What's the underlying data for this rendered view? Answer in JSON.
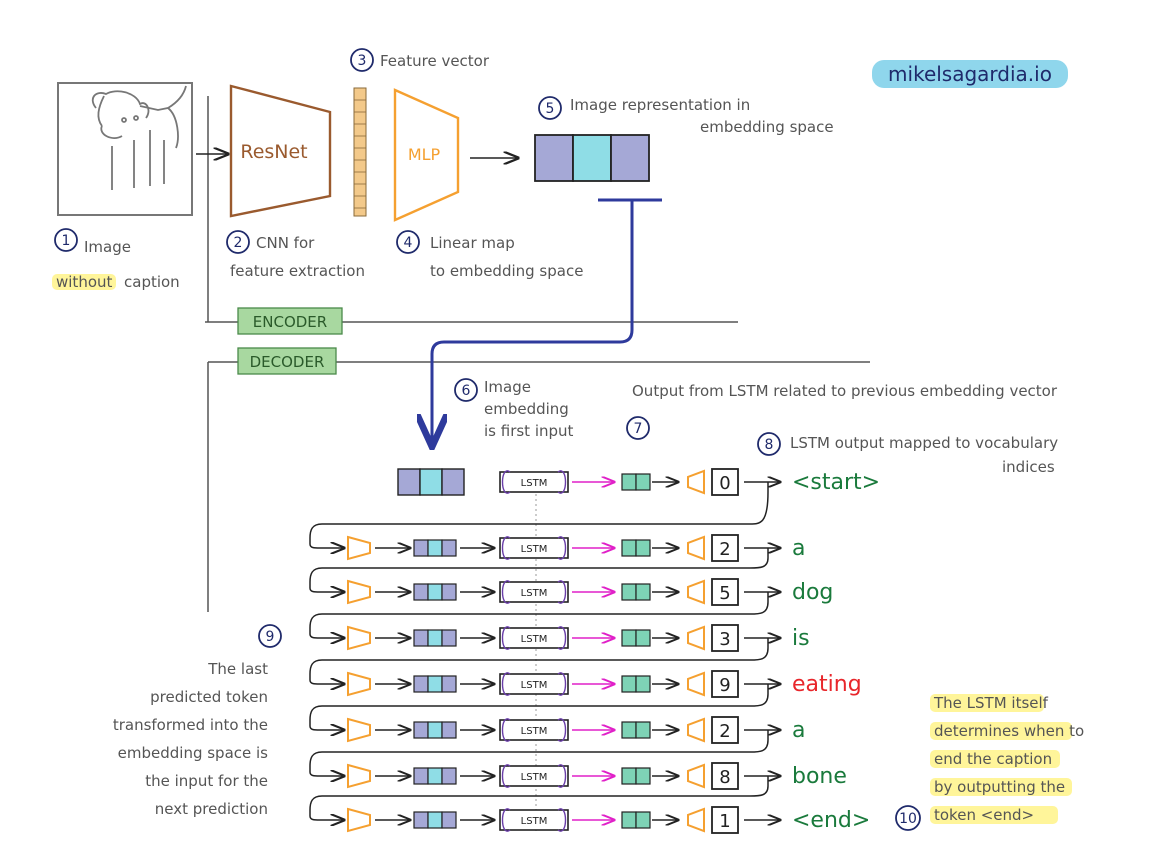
{
  "watermark": "mikelsagardia.io",
  "encoder_label": "ENCODER",
  "decoder_label": "DECODER",
  "resnet_label": "ResNet",
  "mlp_label": "MLP",
  "lstm_label": "LSTM",
  "step_numbers": [
    "1",
    "2",
    "3",
    "4",
    "5",
    "6",
    "7",
    "8",
    "9",
    "10"
  ],
  "annotations": {
    "image_line1": "Image",
    "image_hl": "without",
    "image_rest": "caption",
    "cnn_line1": "CNN for",
    "cnn_line2": "feature extraction",
    "feature_vector": "Feature vector",
    "linear_line1": "Linear map",
    "linear_line2": "to embedding space",
    "repr_line1": "Image representation in",
    "repr_line2": "embedding space",
    "emb_line1": "Image",
    "emb_line2": "embedding",
    "emb_line3": "is first input",
    "lstm_related": "Output from LSTM related to previous embedding vector",
    "vocab_line1": "LSTM output mapped to vocabulary",
    "vocab_line2": "indices",
    "last_pred": [
      "The last",
      "predicted token",
      "transformed into the",
      "embedding space is",
      "the input for the",
      "next prediction"
    ],
    "end_note": [
      "The LSTM itself",
      "determines when to",
      "end the caption",
      "by outputting the",
      "token <end>"
    ]
  },
  "tokens": [
    {
      "index": "0",
      "word": "<start>",
      "color": "#1a7a3c"
    },
    {
      "index": "2",
      "word": "a",
      "color": "#1a7a3c"
    },
    {
      "index": "5",
      "word": "dog",
      "color": "#1a7a3c"
    },
    {
      "index": "3",
      "word": "is",
      "color": "#1a7a3c"
    },
    {
      "index": "9",
      "word": "eating",
      "color": "#e8262b"
    },
    {
      "index": "2",
      "word": "a",
      "color": "#1a7a3c"
    },
    {
      "index": "8",
      "word": "bone",
      "color": "#1a7a3c"
    },
    {
      "index": "1",
      "word": "<end>",
      "color": "#1a7a3c"
    }
  ],
  "colors": {
    "embed_outer": "#a5a8d6",
    "embed_center": "#8fdde6",
    "lstm_out": "#7ed3b6",
    "mlp": "#f5a030",
    "resnet": "#9a5a2e",
    "decoder_arrow": "#2e3a9c",
    "lstm_recur": "#6a3ea8",
    "lstm_arrow": "#e020c8",
    "label_box": "#a8d8a0",
    "highlight": "#fff59a",
    "watermark_bg": "#8fd6ec"
  }
}
